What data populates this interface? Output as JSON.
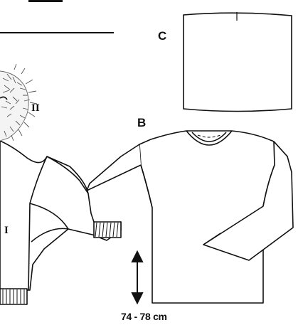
{
  "labels": {
    "cowl": "C",
    "sweater": "B",
    "piece_one": "I",
    "piece_two": "II"
  },
  "measurement": {
    "length_text": "74 - 78 cm"
  },
  "colors": {
    "line": "#111111",
    "fur": "#666666",
    "background": "#ffffff"
  }
}
